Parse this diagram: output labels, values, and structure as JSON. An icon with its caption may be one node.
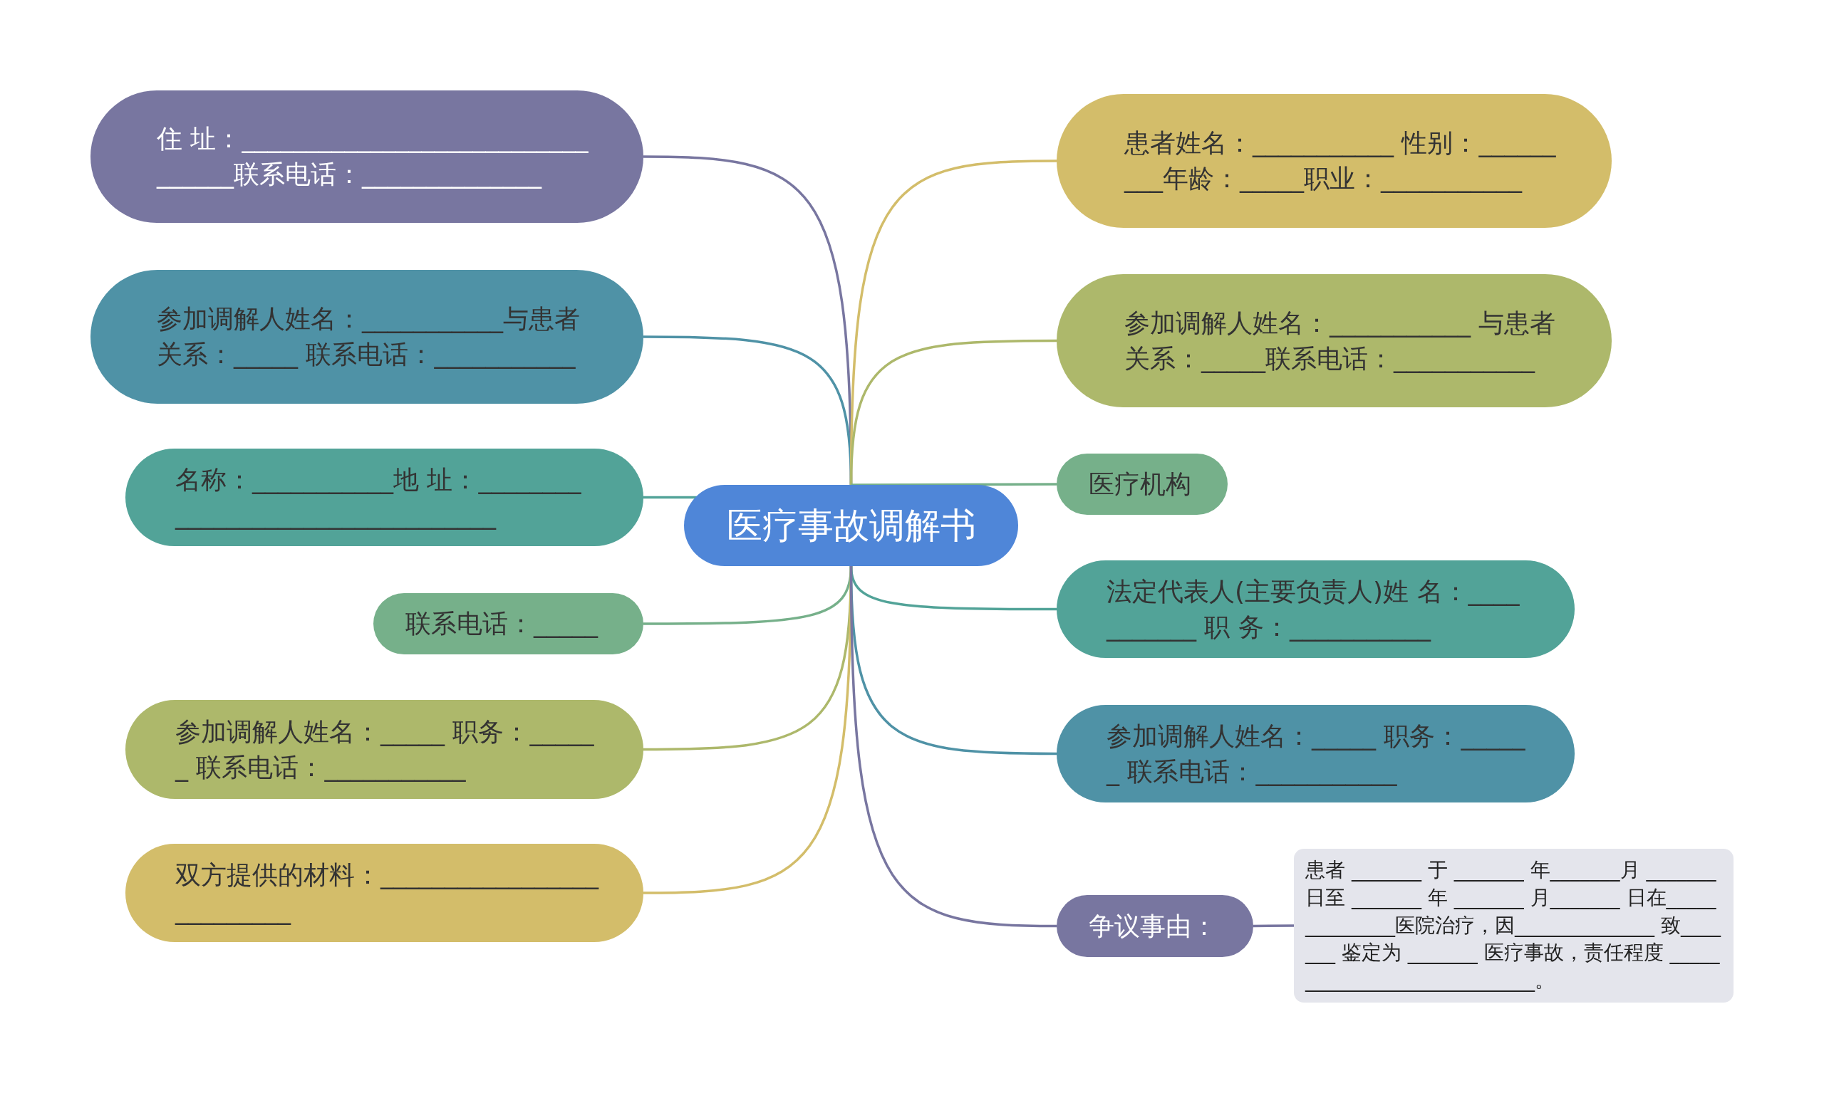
{
  "diagram": {
    "nodes": [
      {
        "text": [
          "医疗事故调解书"
        ]
      },
      {
        "text": [
          "住 址：_________________________________联系电话：______________"
        ]
      },
      {
        "text": [
          "参加调解人姓名：___________与患者关系：_____ 联系电话：___________"
        ]
      },
      {
        "text": [
          "名称：___________地 址：_________________________________"
        ]
      },
      {
        "text": [
          "联系电话：_____"
        ]
      },
      {
        "text": [
          "参加调解人姓名：_____ 职务：______ 联系电话：___________"
        ]
      },
      {
        "text": [
          "双方提供的材料：__________________________"
        ]
      },
      {
        "text": [
          "患者姓名：___________ 性别：_________年龄：_____职业：___________"
        ]
      },
      {
        "text": [
          "参加调解人姓名：___________ 与患者关系：_____联系电话：___________"
        ]
      },
      {
        "text": [
          "医疗机构"
        ]
      },
      {
        "text": [
          "法定代表人(主要负责人)姓 名：___________ 职 务：___________"
        ]
      },
      {
        "text": [
          "参加调解人姓名：_____ 职务：______ 联系电话：___________"
        ]
      },
      {
        "text": [
          "争议事由："
        ]
      },
      {
        "text": [
          "患者 _______ 于 _______ 年_______月 _______ 日至 _______ 年 _______ 月_______ 日在______________医院治疗，因______________ 致_______ 鉴定为 _______ 医疗事故，责任程度 ____________________________。"
        ]
      }
    ],
    "edges": [
      {
        "from": 0,
        "to": 1,
        "arrow": "none",
        "color": "#7876a0"
      },
      {
        "from": 0,
        "to": 2,
        "arrow": "none",
        "color": "#4f92a6"
      },
      {
        "from": 0,
        "to": 3,
        "arrow": "none",
        "color": "#52a398"
      },
      {
        "from": 0,
        "to": 4,
        "arrow": "none",
        "color": "#76b08a"
      },
      {
        "from": 0,
        "to": 5,
        "arrow": "none",
        "color": "#adb86b"
      },
      {
        "from": 0,
        "to": 6,
        "arrow": "none",
        "color": "#d3bd6a"
      },
      {
        "from": 0,
        "to": 7,
        "arrow": "none",
        "color": "#d3bd6a"
      },
      {
        "from": 0,
        "to": 8,
        "arrow": "none",
        "color": "#adb86b"
      },
      {
        "from": 0,
        "to": 9,
        "arrow": "none",
        "color": "#76b08a"
      },
      {
        "from": 0,
        "to": 10,
        "arrow": "none",
        "color": "#52a398"
      },
      {
        "from": 0,
        "to": 11,
        "arrow": "none",
        "color": "#4f92a6"
      },
      {
        "from": 0,
        "to": 12,
        "arrow": "none",
        "color": "#7876a0"
      },
      {
        "from": 12,
        "to": 13,
        "arrow": "none",
        "color": "#7876a0"
      }
    ]
  }
}
